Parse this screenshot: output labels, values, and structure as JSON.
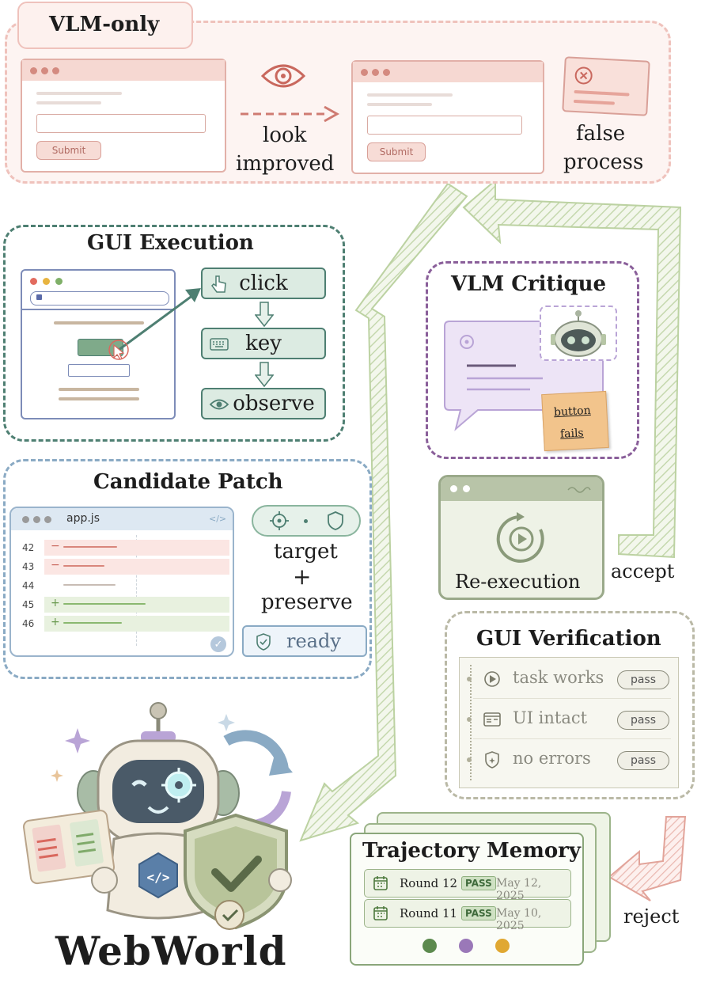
{
  "vlm_only": {
    "title": "VLM-only",
    "submit_label": "Submit",
    "look_label": "look",
    "improved_label": "improved",
    "false_label": "false",
    "process_label": "process"
  },
  "gui_execution": {
    "title": "GUI Execution",
    "steps": [
      "click",
      "key",
      "observe"
    ]
  },
  "vlm_critique": {
    "title": "VLM Critique",
    "note_line1": "button",
    "note_line2": "fails"
  },
  "candidate_patch": {
    "title": "Candidate Patch",
    "filename": "app.js",
    "code_icon": "</>",
    "lines": [
      {
        "num": "42",
        "mark": "−"
      },
      {
        "num": "43",
        "mark": "−"
      },
      {
        "num": "44",
        "mark": ""
      },
      {
        "num": "45",
        "mark": "+"
      },
      {
        "num": "46",
        "mark": "+"
      }
    ],
    "target_label": "target",
    "plus_label": "+",
    "preserve_label": "preserve",
    "ready_label": "ready"
  },
  "re_execution": {
    "label": "Re-execution",
    "accept_label": "accept"
  },
  "gui_verification": {
    "title": "GUI Verification",
    "rows": [
      {
        "label": "task works",
        "status": "pass"
      },
      {
        "label": "UI intact",
        "status": "pass"
      },
      {
        "label": "no errors",
        "status": "pass"
      }
    ]
  },
  "trajectory_memory": {
    "title": "Trajectory Memory",
    "rows": [
      {
        "round": "Round 12",
        "badge": "PASS",
        "date": "May 12, 2025"
      },
      {
        "round": "Round 11",
        "badge": "PASS",
        "date": "May 10, 2025"
      }
    ],
    "reject_label": "reject",
    "dot_colors": [
      "#5c8a4e",
      "#9a78b8",
      "#e0a832"
    ]
  },
  "brand": {
    "name": "WebWorld",
    "code_icon": "</>"
  },
  "colors": {
    "vlm_only": "#e8a8a0",
    "gui_execution": "#4e7f72",
    "vlm_critique": "#8a5f9a",
    "candidate_patch": "#8aaac4",
    "gui_verification": "#a9a892",
    "flow_arrow": "#c9d9b4"
  }
}
